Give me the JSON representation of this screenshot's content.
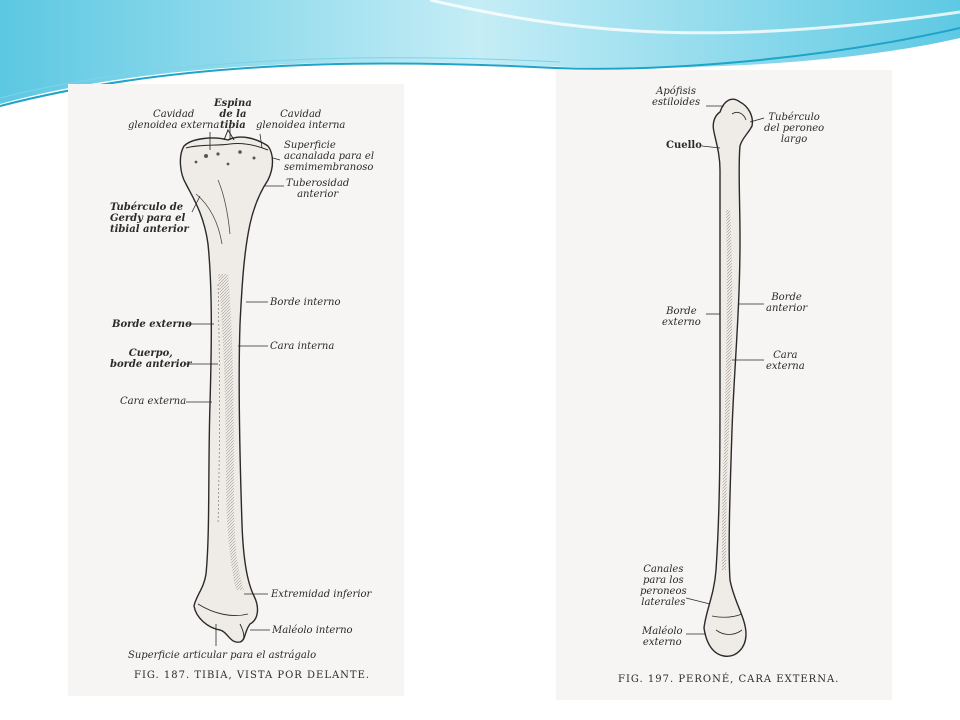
{
  "tibia": {
    "labels": {
      "espina_de_la_tibia": "Espina\nde la\ntibia",
      "cavidad_glenoidea_externa": "Cavidad\nglenoidea externa",
      "cavidad_glenoidea_interna": "Cavidad\nglenoidea interna",
      "superficie_acanalada": "Superficie\nacanalada para el\nsemimembranoso",
      "tuberosidad_anterior": "Tuberosidad\nanterior",
      "tuberculo_de_gerdy": "Tubérculo de\nGerdy para el\ntibial anterior",
      "borde_interno": "Borde interno",
      "borde_externo": "Borde externo",
      "cara_interna": "Cara interna",
      "cuerpo_borde_anterior": "Cuerpo,\nborde anterior",
      "cara_externa": "Cara externa",
      "extremidad_inferior": "Extremidad inferior",
      "maleolo_interno": "Maléolo interno",
      "superficie_articular": "Superficie articular para el astrágalo"
    },
    "caption": "FIG. 187. TIBIA, VISTA POR DELANTE."
  },
  "fibula": {
    "labels": {
      "apofisis_estiloides": "Apófisis\nestiloides",
      "tuberculo_peroneo_largo": "Tubérculo\ndel peroneo\nlargo",
      "cuello": "Cuello",
      "borde_externo": "Borde\nexterno",
      "borde_anterior": "Borde\nanterior",
      "cara_externa": "Cara\nexterna",
      "canales_peroneos": "Canales\npara los\nperoneos\nlaterales",
      "maleolo_externo": "Maléolo\nexterno"
    },
    "caption": "FIG. 197. PERONÉ, CARA EXTERNA."
  },
  "colors": {
    "banner_light": "#d9f1f7",
    "banner_dark": "#2fb3d3",
    "panel": "#f6f5f3",
    "ink": "#2a2a2a"
  }
}
